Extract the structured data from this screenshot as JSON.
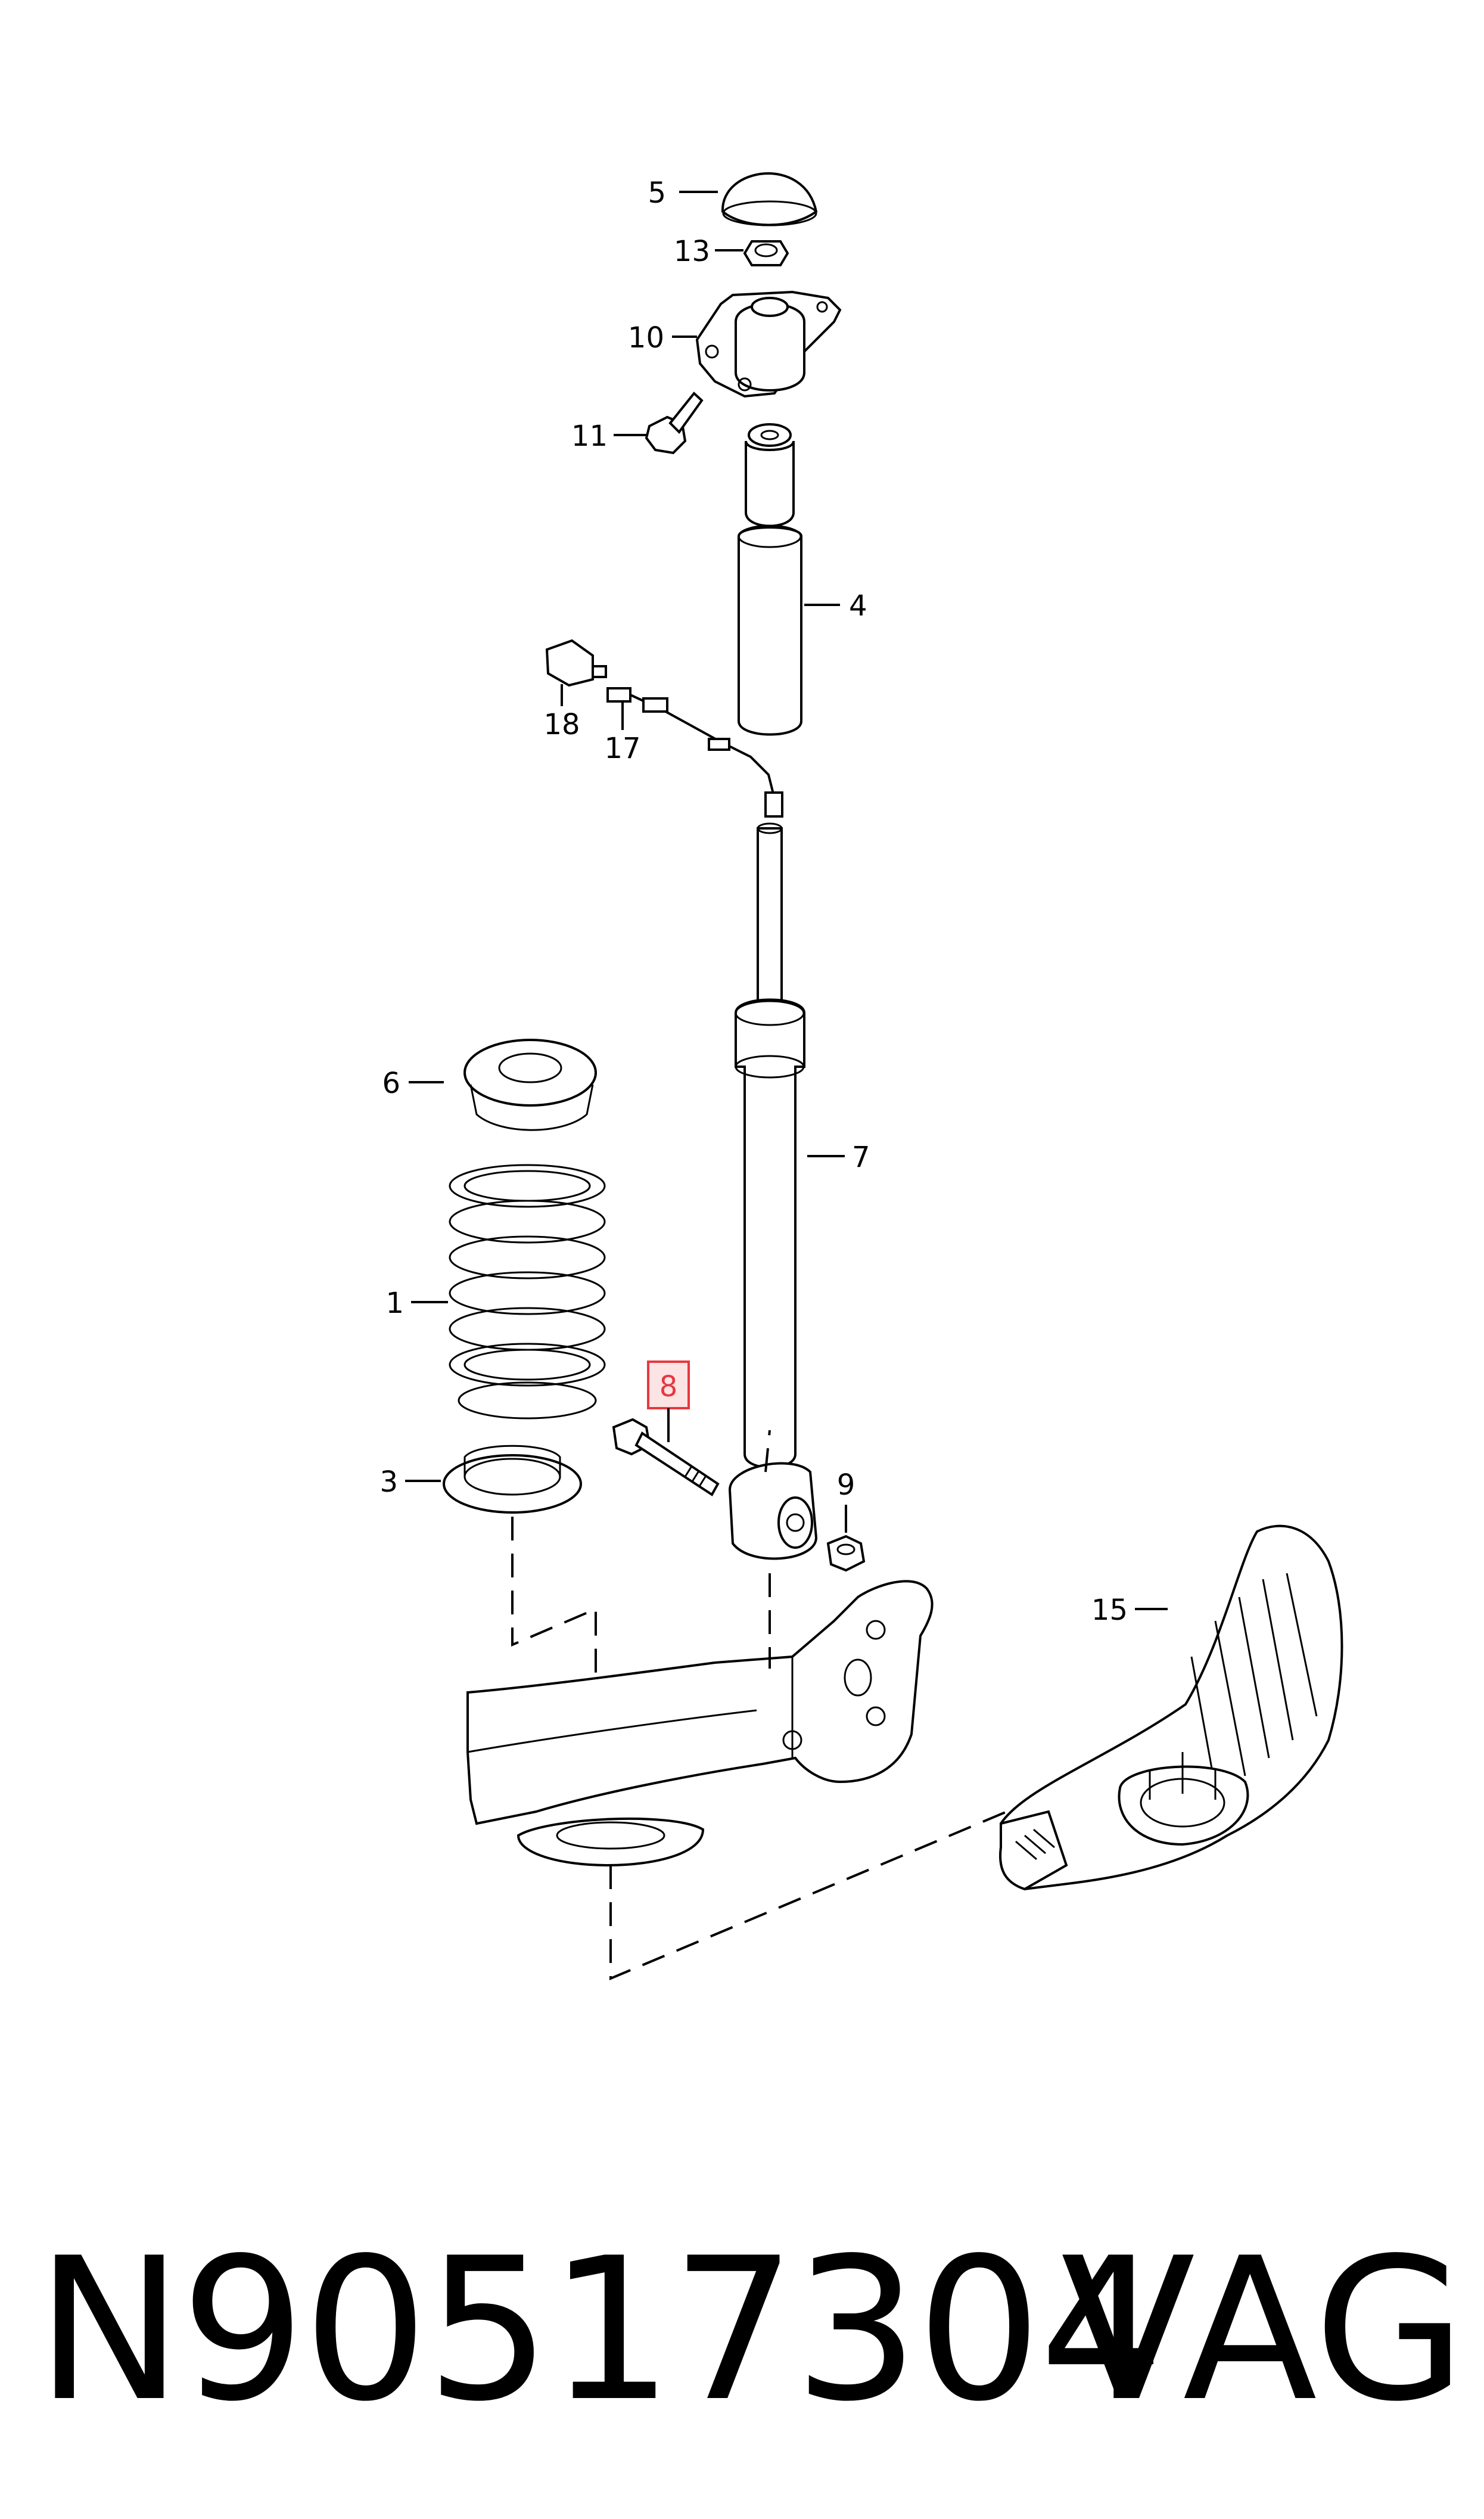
{
  "callouts": {
    "c5": "5",
    "c13": "13",
    "c10": "10",
    "c11": "11",
    "c4": "4",
    "c18": "18",
    "c17": "17",
    "c6": "6",
    "c7": "7",
    "c1": "1",
    "c8": "8",
    "c3": "3",
    "c9": "9",
    "c15": "15"
  },
  "highlighted_callout": "8",
  "highlight_color": "#e8373f",
  "highlight_fill": "#fce3e4",
  "footer": {
    "part_number": "N90517304",
    "brand": "VAG"
  }
}
